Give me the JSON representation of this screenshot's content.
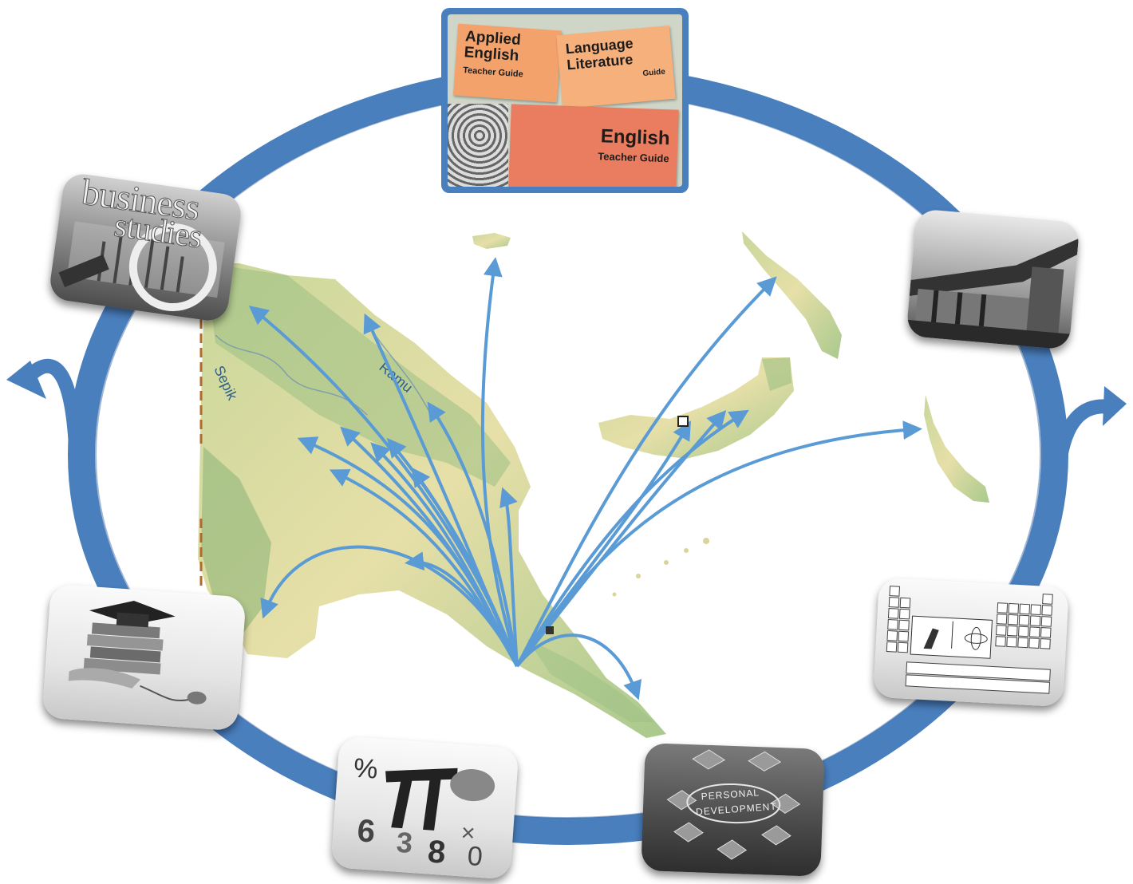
{
  "photo_tile": {
    "card_applied": {
      "line1": "Applied",
      "line2": "English",
      "line3": "Teacher Guide"
    },
    "card_language": {
      "line1": "Language",
      "line2": "Literature",
      "line3": "Guide"
    },
    "card_english": {
      "line1": "English",
      "line2": "Teacher Guide"
    }
  },
  "business_tile": {
    "line1": "business",
    "line2": "studies"
  },
  "personal_tile": {
    "line1": "PERSONAL",
    "line2": "DEVELOPMENT"
  },
  "map_labels": {
    "river_sepik": "Sepik",
    "river_ramu": "Ramu"
  },
  "colors": {
    "cycle_ring": "#4a7fbe",
    "arrow": "#5b9bd5",
    "land_light": "#e6dfa8",
    "land_green": "#9cbf83"
  }
}
